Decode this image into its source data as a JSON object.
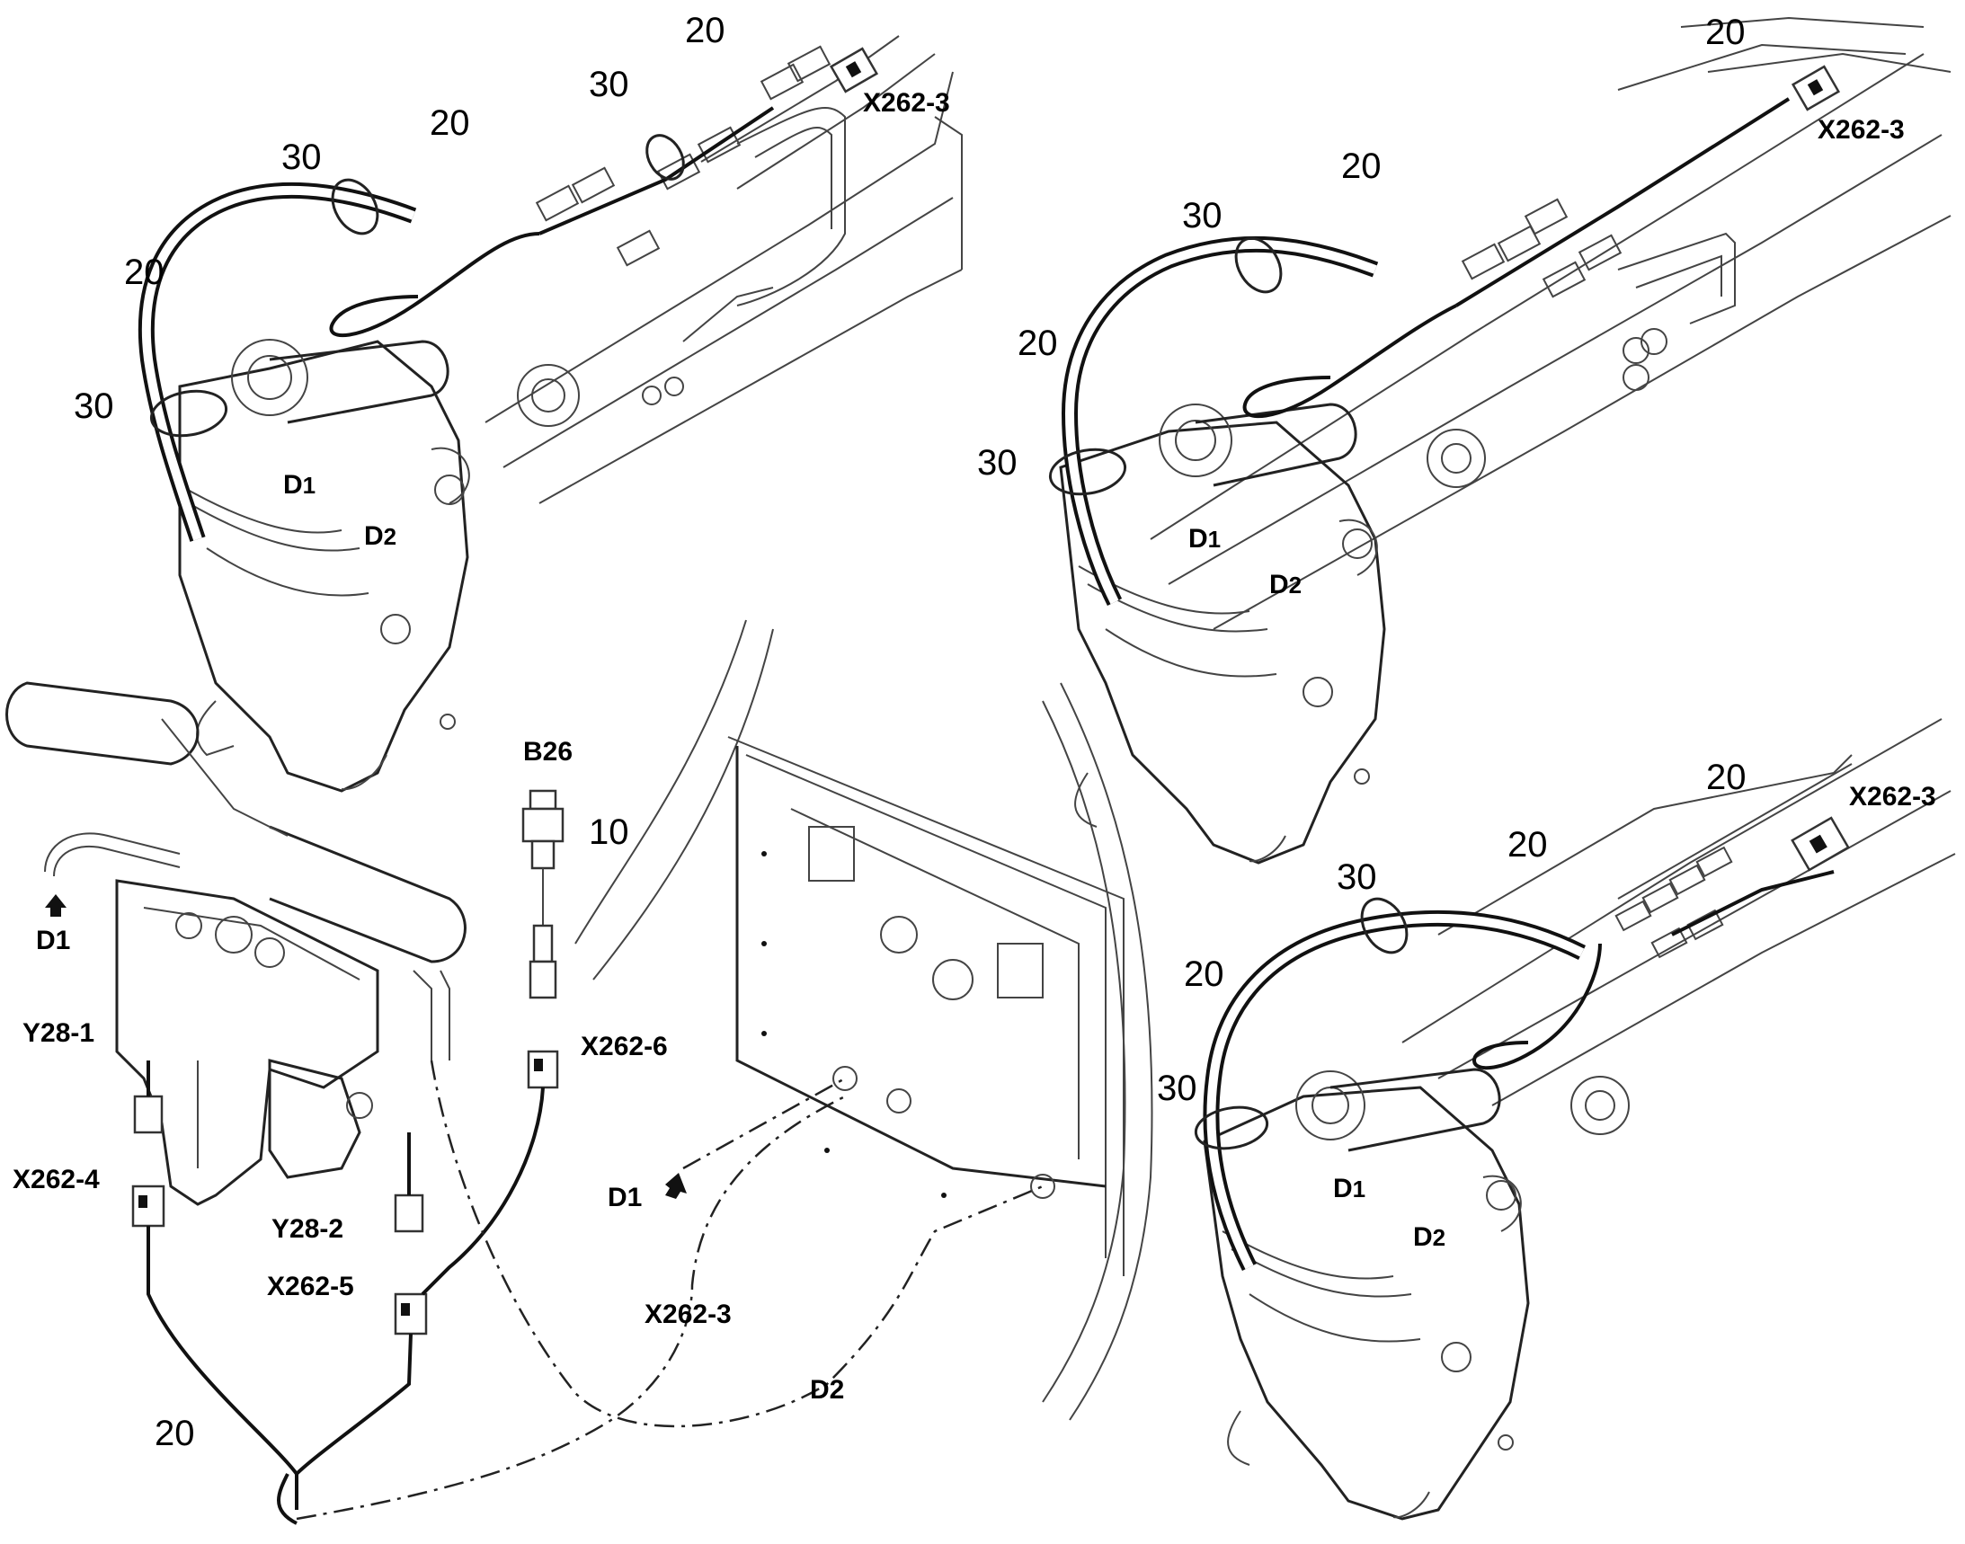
{
  "views": {
    "top_left": {
      "callouts": [
        "30",
        "20",
        "30",
        "20",
        "20",
        "30"
      ],
      "connector": "X262-3",
      "ports": {
        "d1": {
          "main": "D",
          "sub": "1"
        },
        "d2": {
          "main": "D",
          "sub": "2"
        }
      }
    },
    "top_right": {
      "callouts": [
        "20",
        "20",
        "30",
        "20",
        "30"
      ],
      "connector": "X262-3",
      "ports": {
        "d1": {
          "main": "D",
          "sub": "1"
        },
        "d2": {
          "main": "D",
          "sub": "2"
        }
      }
    },
    "bottom_right": {
      "callouts": [
        "20",
        "20",
        "30",
        "20",
        "30"
      ],
      "connector": "X262-3",
      "ports": {
        "d1": {
          "main": "D",
          "sub": "1"
        },
        "d2": {
          "main": "D",
          "sub": "2"
        }
      }
    },
    "bottom_left": {
      "sensor": "B26",
      "sensor_item": "10",
      "d1": "D1",
      "valve_1": "Y28-1",
      "valve_2": "Y28-2",
      "connector_4": "X262-4",
      "connector_5": "X262-5",
      "connector_6": "X262-6",
      "harness_item": "20"
    },
    "bottom_center": {
      "d1": "D1",
      "d2": "D2",
      "connector": "X262-3"
    }
  }
}
